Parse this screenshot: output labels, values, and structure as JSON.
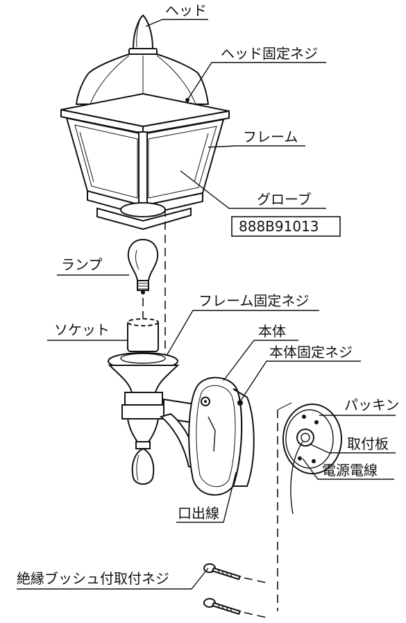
{
  "labels": {
    "head": "ヘッド",
    "head_screw": "ヘッド固定ネジ",
    "frame": "フレーム",
    "globe": "グローブ",
    "part_number": "888B91013",
    "lamp": "ランプ",
    "frame_screw": "フレーム固定ネジ",
    "socket": "ソケット",
    "body": "本体",
    "body_screw": "本体固定ネジ",
    "packing": "パッキン",
    "mount_plate": "取付板",
    "power_cable": "電源電線",
    "outlet": "口出線",
    "insulated_screw": "絶縁ブッシュ付取付ネジ"
  }
}
